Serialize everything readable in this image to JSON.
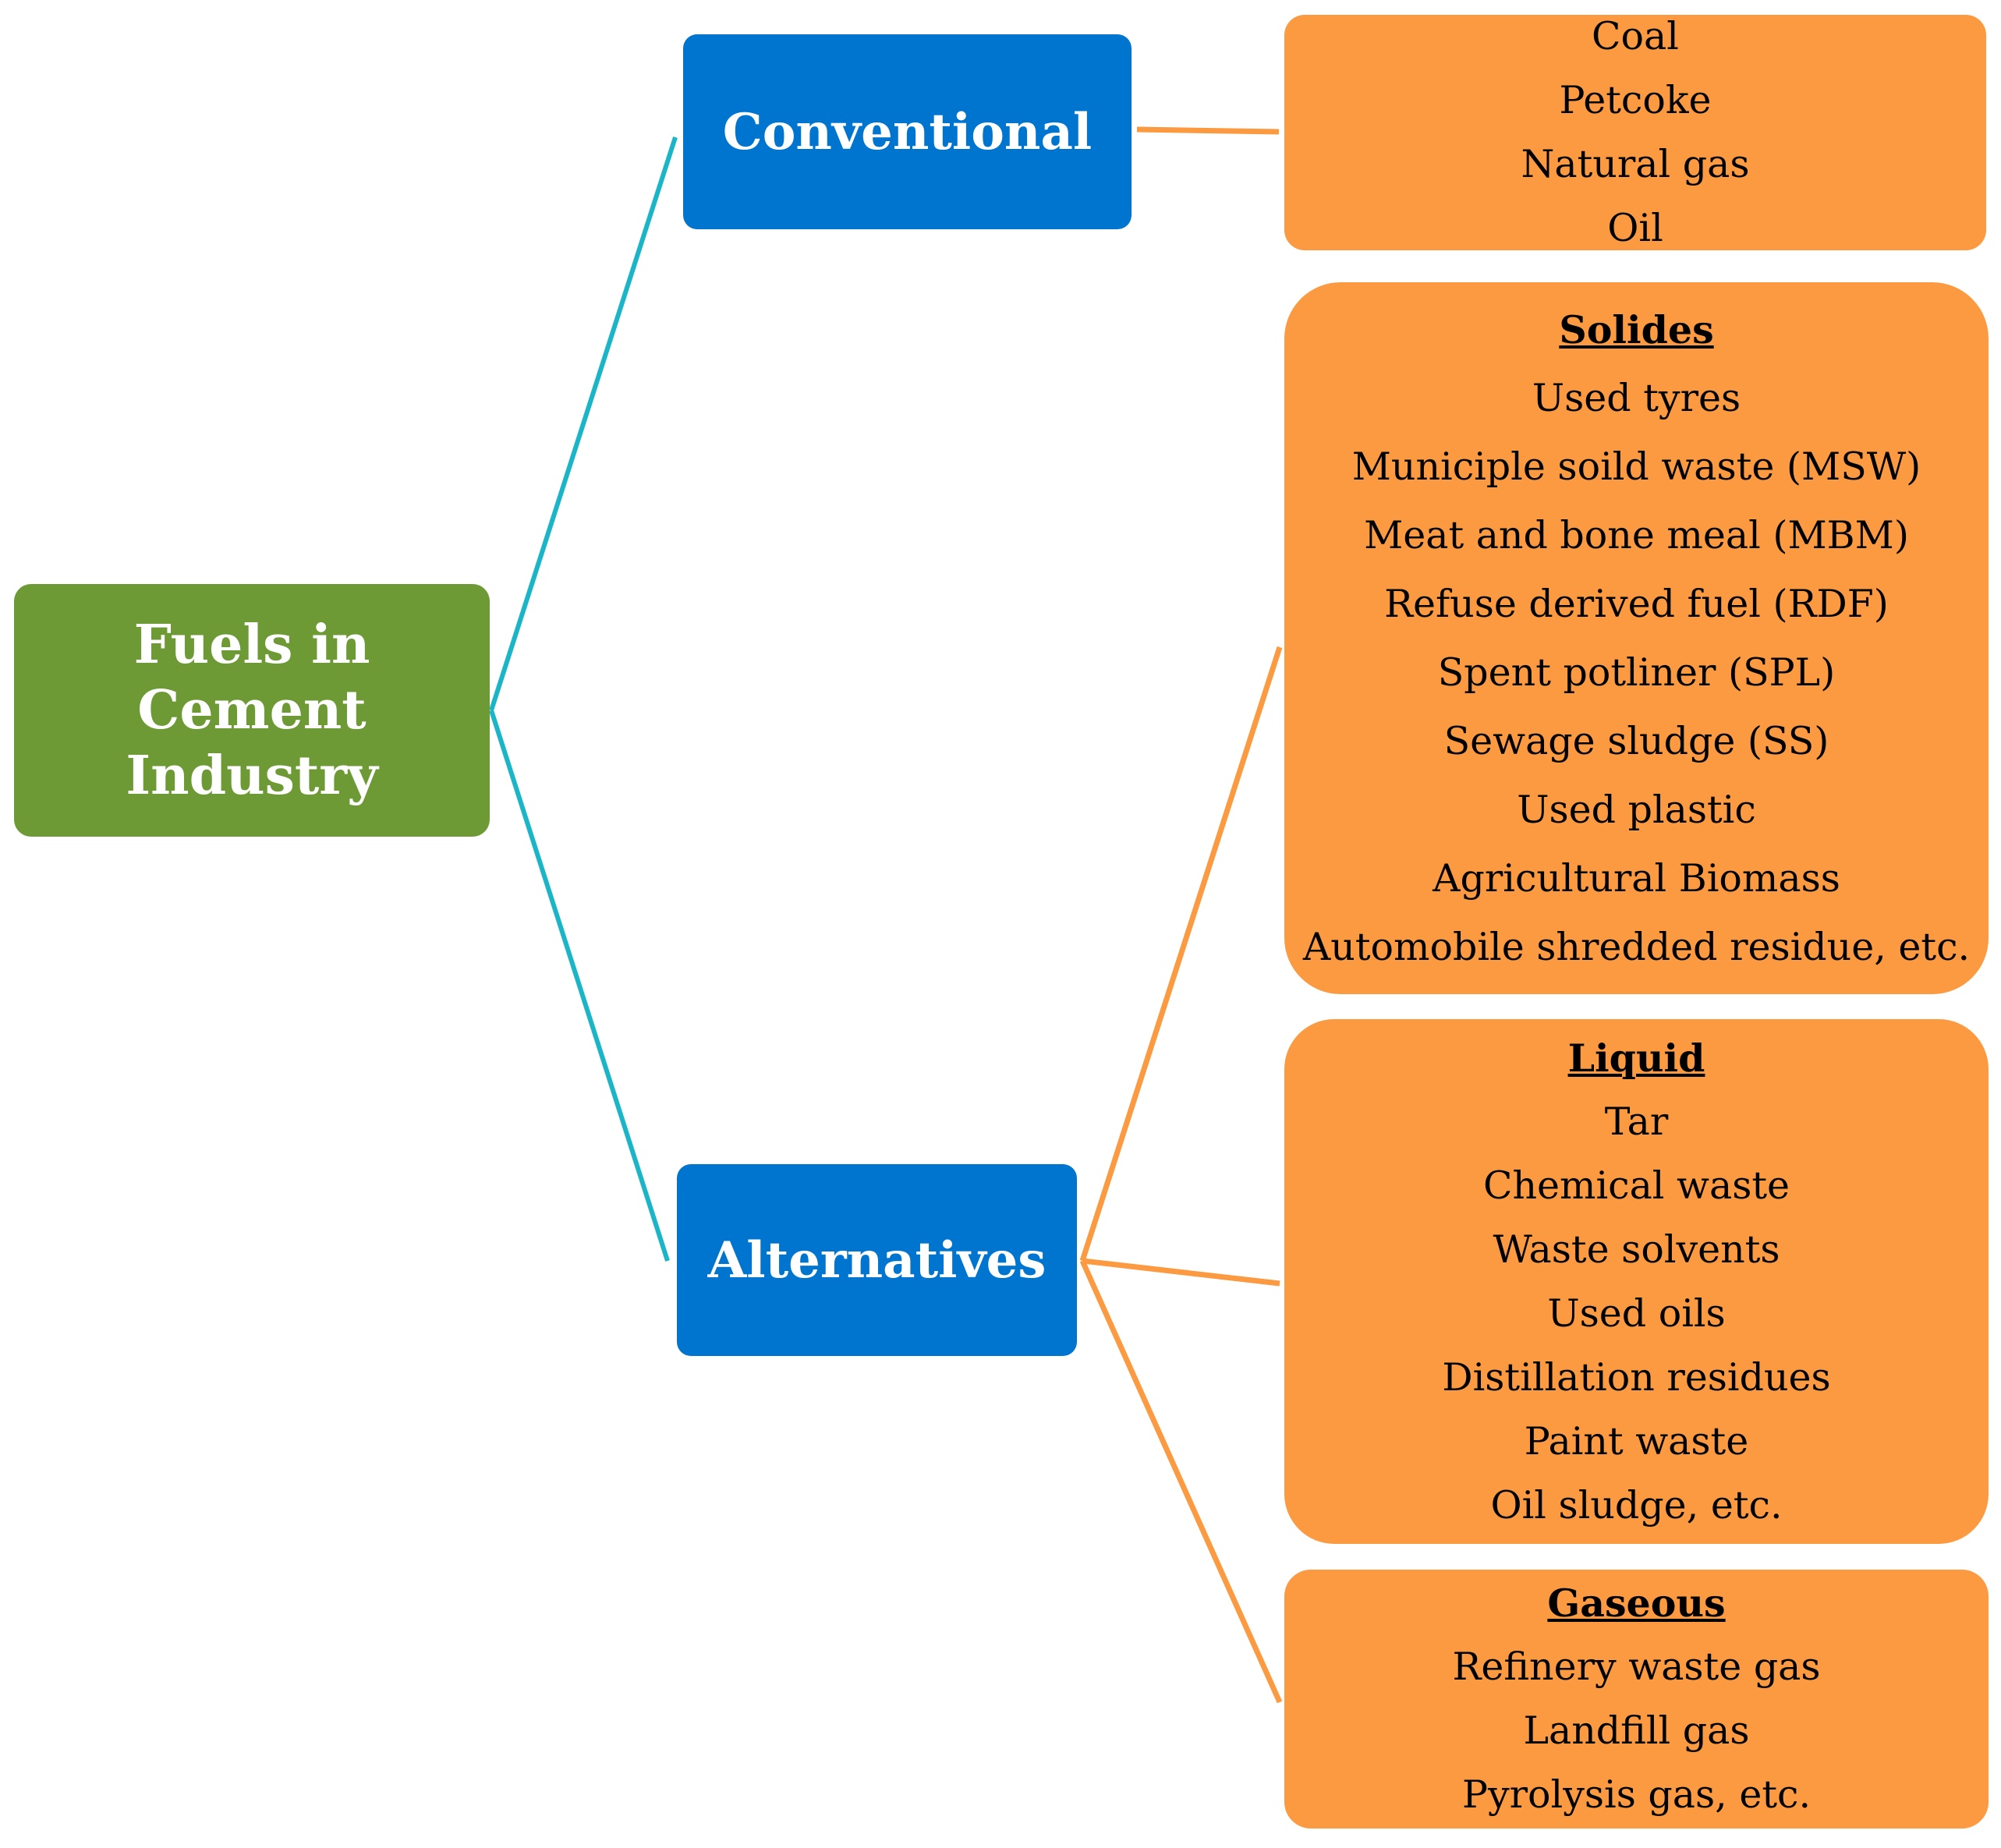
{
  "root": {
    "line1": "Fuels in Cement",
    "line2": "Industry"
  },
  "conventional": {
    "label": "Conventional",
    "items": [
      "Coal",
      "Petcoke",
      "Natural gas",
      "Oil"
    ]
  },
  "alternatives": {
    "label": "Alternatives",
    "solides": {
      "heading": "Solides",
      "items": [
        "Used tyres",
        "Municiple soild waste  (MSW)",
        "Meat and bone meal  (MBM)",
        "Refuse derived fuel (RDF)",
        "Spent potliner (SPL)",
        "Sewage sludge  (SS)",
        "Used plastic",
        "Agricultural Biomass",
        "Automobile shredded residue, etc."
      ]
    },
    "liquid": {
      "heading": "Liquid",
      "items": [
        "Tar",
        "Chemical waste",
        "Waste  solvents",
        "Used  oils",
        "Distillation  residues",
        "Paint waste",
        "Oil sludge, etc."
      ]
    },
    "gaseous": {
      "heading": "Gaseous",
      "items": [
        "Refinery waste gas",
        "Landfill gas",
        "Pyrolysis gas, etc."
      ]
    }
  },
  "colors": {
    "root_fill": "#6d9a34",
    "category_fill": "#0075d0",
    "leaf_fill": "#fb9a40",
    "root_connector": "#1ab6c8",
    "leaf_connector": "#fb9a40"
  }
}
